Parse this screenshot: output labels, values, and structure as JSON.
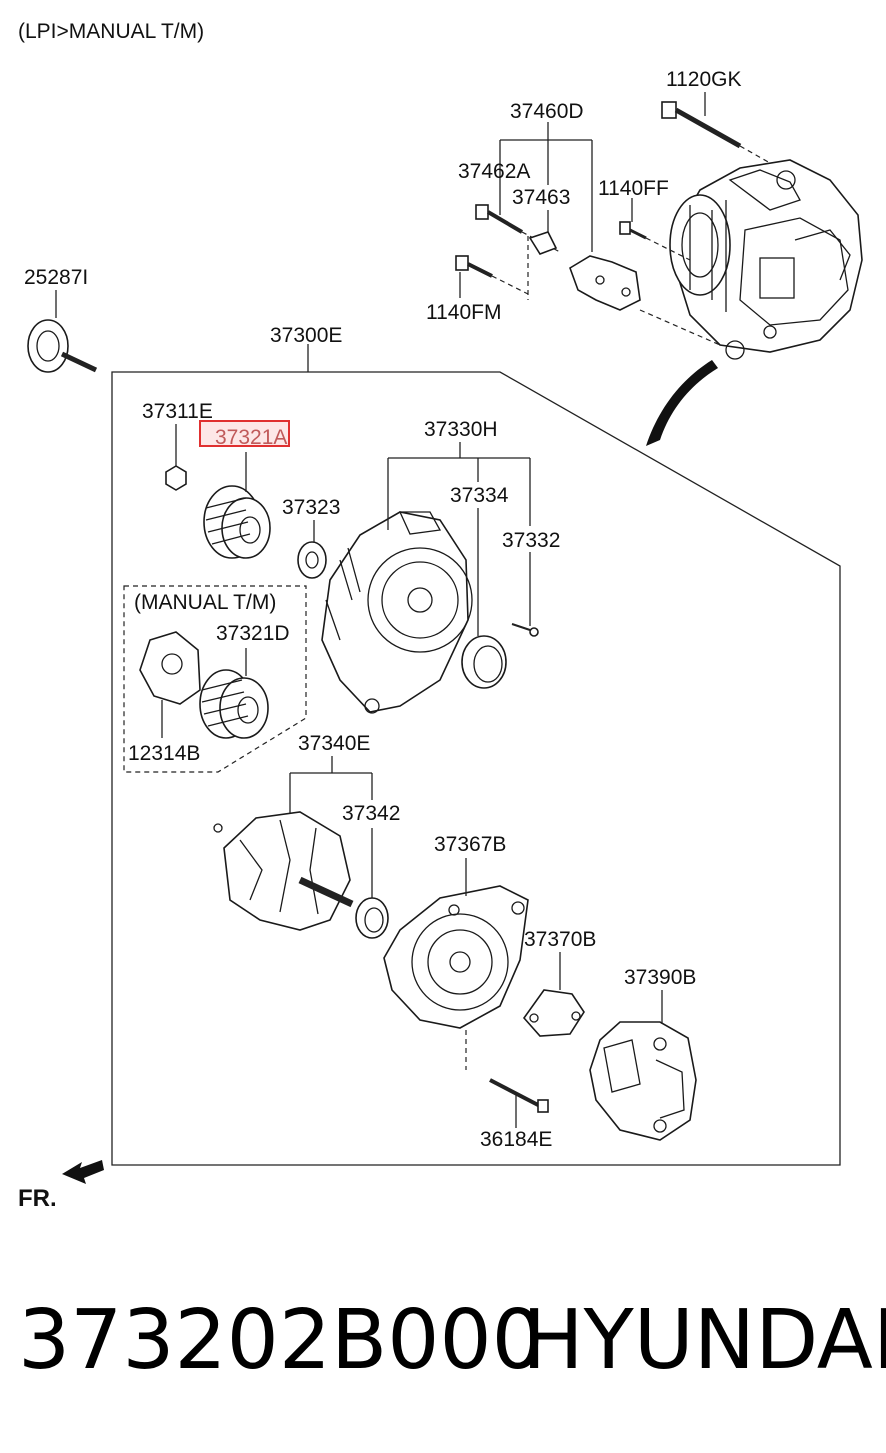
{
  "header_note": "(LPI>MANUAL T/M)",
  "group_label_manual": "(MANUAL T/M)",
  "direction_label": "FR.",
  "highlighted_part": "37321A",
  "parts": {
    "p1120GK": "1120GK",
    "p37460D": "37460D",
    "p37462A": "37462A",
    "p37463": "37463",
    "p1140FF": "1140FF",
    "p1140FM": "1140FM",
    "p25287I": "25287I",
    "p37300E": "37300E",
    "p37311E": "37311E",
    "p37321A": "37321A",
    "p37323": "37323",
    "p37330H": "37330H",
    "p37334": "37334",
    "p37332": "37332",
    "p37321D": "37321D",
    "p12314B": "12314B",
    "p37340E": "37340E",
    "p37342": "37342",
    "p37367B": "37367B",
    "p37370B": "37370B",
    "p37390B": "37390B",
    "p36184E": "36184E"
  },
  "footer": {
    "part_number": "373202B000",
    "brand": "HYUNDAI"
  },
  "colors": {
    "highlight_border": "#e03030",
    "highlight_fill": "#fde7e7"
  }
}
